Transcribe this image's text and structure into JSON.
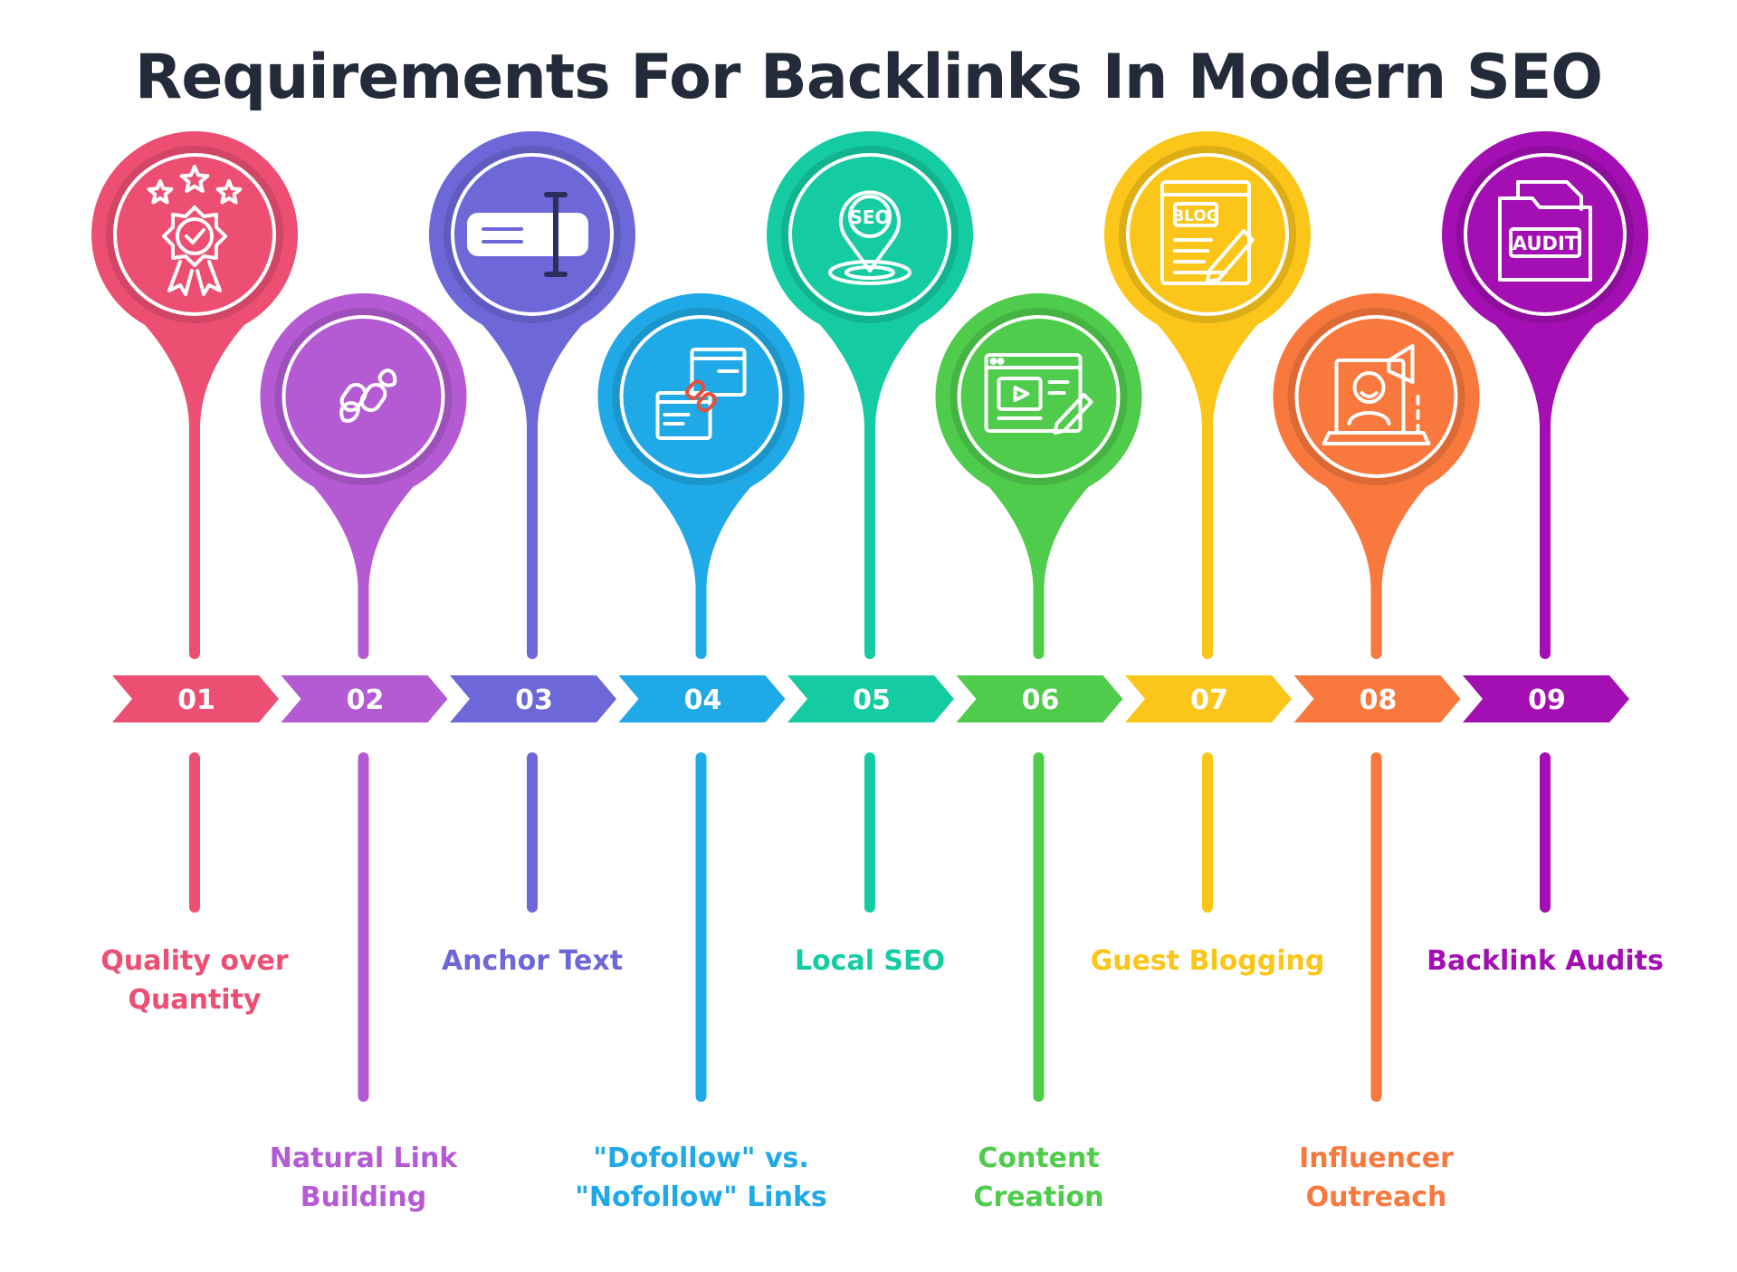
{
  "title": "Requirements For Backlinks In Modern SEO",
  "steps": [
    {
      "number": "01",
      "label": "Quality over Quantity",
      "color": "#ec4f72",
      "icon": "award-badge-stars-icon",
      "position": "top",
      "label_row": "upper"
    },
    {
      "number": "02",
      "label": "Natural Link Building",
      "color": "#b45bd3",
      "icon": "chain-link-leaf-icon",
      "position": "bottom",
      "label_row": "lower"
    },
    {
      "number": "03",
      "label": "Anchor Text",
      "color": "#6d67d8",
      "icon": "anchor-text-field-cursor-icon",
      "position": "top",
      "label_row": "upper"
    },
    {
      "number": "04",
      "label": "\"Dofollow\" vs. \"Nofollow\" Links",
      "color": "#1fa9e6",
      "icon": "linked-browser-windows-icon",
      "position": "bottom",
      "label_row": "lower"
    },
    {
      "number": "05",
      "label": "Local SEO",
      "color": "#15cca2",
      "icon": "seo-location-pin-icon",
      "position": "top",
      "label_row": "upper"
    },
    {
      "number": "06",
      "label": "Content Creation",
      "color": "#4fcc4c",
      "icon": "video-content-editor-icon",
      "position": "bottom",
      "label_row": "lower"
    },
    {
      "number": "07",
      "label": "Guest Blogging",
      "color": "#fbc619",
      "icon": "blog-page-pencil-icon",
      "position": "top",
      "label_row": "upper"
    },
    {
      "number": "08",
      "label": "Influencer Outreach",
      "color": "#f9783d",
      "icon": "influencer-megaphone-laptop-icon",
      "position": "bottom",
      "label_row": "lower"
    },
    {
      "number": "09",
      "label": "Backlink Audits",
      "color": "#a30fb2",
      "icon": "audit-folder-icon",
      "position": "top",
      "label_row": "upper"
    }
  ]
}
